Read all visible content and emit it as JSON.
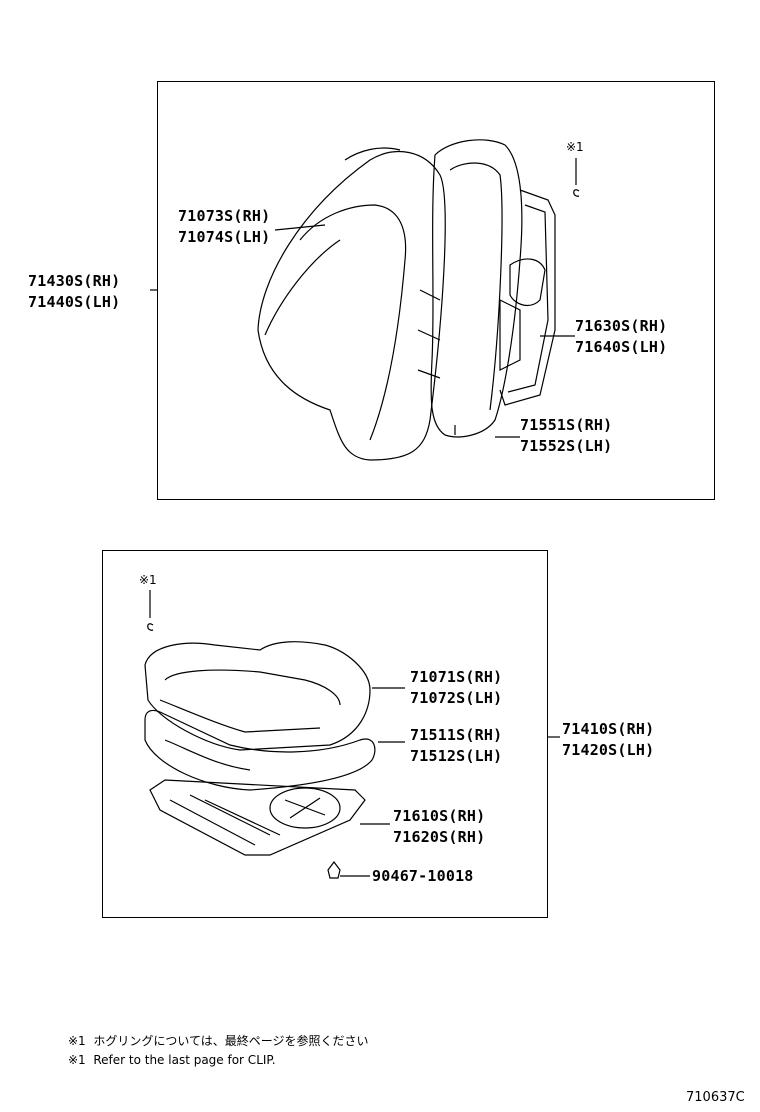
{
  "upper": {
    "assembly": [
      "71430S(RH)",
      "71440S(LH)"
    ],
    "cover": [
      "71073S(RH)",
      "71074S(LH)"
    ],
    "frame": [
      "71630S(RH)",
      "71640S(LH)"
    ],
    "pad": [
      "71551S(RH)",
      "71552S(LH)"
    ],
    "clip_mark": "※1"
  },
  "lower": {
    "assembly": [
      "71410S(RH)",
      "71420S(LH)"
    ],
    "cover": [
      "71071S(RH)",
      "71072S(LH)"
    ],
    "pad": [
      "71511S(RH)",
      "71512S(LH)"
    ],
    "frame": [
      "71610S(RH)",
      "71620S(RH)"
    ],
    "bolt": "90467-10018",
    "clip_mark": "※1"
  },
  "notes": [
    {
      "mark": "※1",
      "text": "ホグリングについては、最終ページを参照ください"
    },
    {
      "mark": "※1",
      "text": "Refer to the last page for CLIP."
    }
  ],
  "figure_id": "710637C"
}
